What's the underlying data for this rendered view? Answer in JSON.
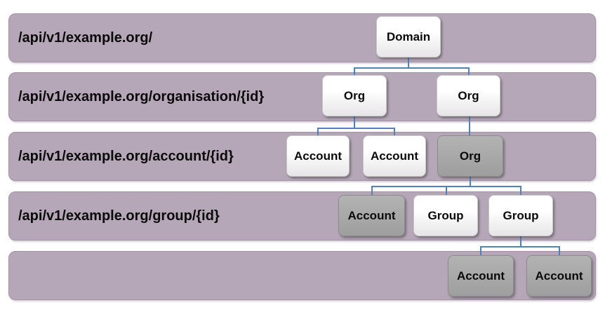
{
  "colors": {
    "band": "#b6a7b8",
    "band_border": "#a391a6",
    "connector": "#4f81bd",
    "node_white_bottom": "#e7e5e7",
    "node_white_border": "#c9c9c9",
    "node_gray_top": "#b3b3b3",
    "node_gray_bottom": "#9e9e9e",
    "node_gray_border": "#8c8c8c",
    "label_text": "#0a0a0a"
  },
  "rows": [
    {
      "label": "/api/v1/example.org/",
      "nodes": [
        {
          "label": "Domain",
          "variant": "white"
        }
      ]
    },
    {
      "label": "/api/v1/example.org/organisation/{id}",
      "nodes": [
        {
          "label": "Org",
          "variant": "white"
        },
        {
          "label": "Org",
          "variant": "white"
        }
      ]
    },
    {
      "label": "/api/v1/example.org/account/{id}",
      "nodes": [
        {
          "label": "Account",
          "variant": "white"
        },
        {
          "label": "Account",
          "variant": "white"
        },
        {
          "label": "Org",
          "variant": "gray"
        }
      ]
    },
    {
      "label": "/api/v1/example.org/group/{id}",
      "nodes": [
        {
          "label": "Account",
          "variant": "gray"
        },
        {
          "label": "Group",
          "variant": "white"
        },
        {
          "label": "Group",
          "variant": "white"
        }
      ]
    },
    {
      "label": "",
      "nodes": [
        {
          "label": "Account",
          "variant": "gray"
        },
        {
          "label": "Account",
          "variant": "gray"
        }
      ]
    }
  ]
}
